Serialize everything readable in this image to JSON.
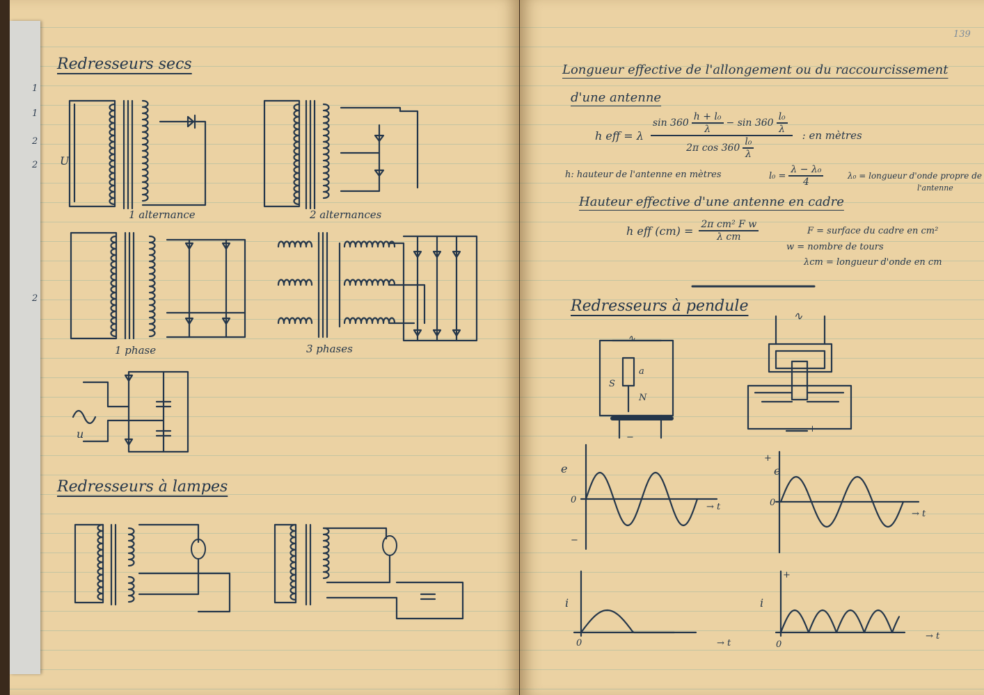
{
  "left_page": {
    "margin_marks": [
      "1",
      "1",
      "2",
      "2",
      "2"
    ],
    "title_dry": "Redresseurs secs",
    "caption_1": "1 alternance",
    "caption_2": "2 alternances",
    "caption_3": "1 phase",
    "caption_4": "3 phases",
    "label_u": "u",
    "label_U": "U",
    "title_lamps": "Redresseurs à lampes"
  },
  "right_page": {
    "page_number": "139",
    "title_antenna": "Longueur effective de l'allongement ou du raccourcissement",
    "title_antenna_2": "d'une antenne",
    "formula1": {
      "lhs": "h eff = λ",
      "num_a": "sin 360",
      "frac_a_num": "h + l₀",
      "frac_a_den": "λ",
      "minus": "− sin 360",
      "frac_b_num": "l₀",
      "frac_b_den": "λ",
      "den": "2π cos 360",
      "frac_c_num": "l₀",
      "frac_c_den": "λ",
      "unit": ": en mètres"
    },
    "def_h": "h: hauteur de l'antenne en mètres",
    "def_l0_lhs": "l₀ =",
    "def_l0_num": "λ − λ₀",
    "def_l0_den": "4",
    "def_lambda0": "λ₀ = longueur d'onde propre de",
    "def_lambda0_2": "l'antenne",
    "title_frame": "Hauteur effective d'une antenne en cadre",
    "formula2": {
      "lhs": "h eff (cm) =",
      "num": "2π cm² F w",
      "den": "λ cm"
    },
    "def_F": "F = surface du cadre en cm²",
    "def_w": "w = nombre de tours",
    "def_lcm": "λcm = longueur d'onde en cm",
    "title_pendulum": "Redresseurs à pendule",
    "pendulum_labels": {
      "S": "S",
      "a": "a",
      "N": "N",
      "ac": "∿",
      "minus": "−",
      "plus": "+"
    },
    "graphs": {
      "e": "e",
      "i": "i",
      "t": "→ t",
      "zero": "0",
      "plus": "+",
      "minus": "−"
    }
  }
}
